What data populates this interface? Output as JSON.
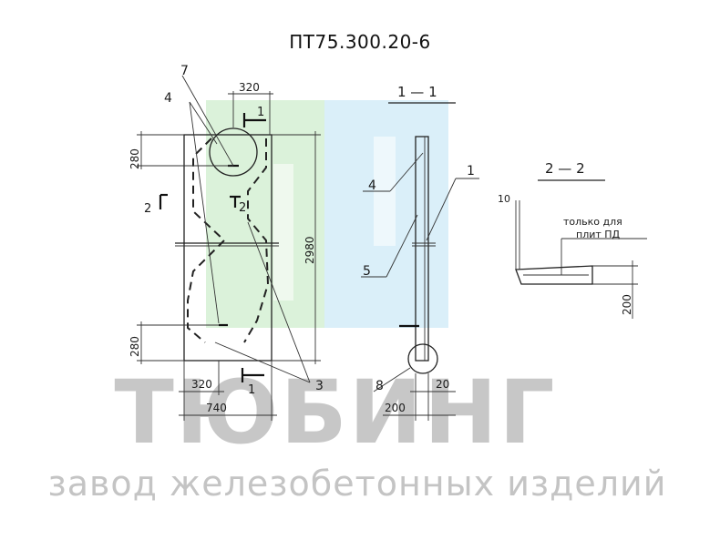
{
  "title": "ПТ75.300.20-6",
  "watermark": {
    "brand": "ТЮБИНГ",
    "tagline": "завод железобетонных изделий",
    "logo_colors": {
      "green": "#cfeecd",
      "blue": "#cdeaf7",
      "gray": "#bdbdbd"
    }
  },
  "plan": {
    "dim_top": "320",
    "dim_bottom_inner": "320",
    "dim_bottom_total": "740",
    "dim_top_offset": "280",
    "dim_bottom_offset": "280",
    "dim_height": "2980",
    "callouts": [
      "7",
      "4",
      "3"
    ],
    "section_mark_1": "1",
    "section_mark_2": "2",
    "section_mark_2_left": "2"
  },
  "section_1": {
    "label": "1 — 1",
    "callouts": [
      "4",
      "1",
      "5",
      "8"
    ],
    "dim_left": "200",
    "dim_right": "20"
  },
  "section_2": {
    "label": "2 — 2",
    "dim_top": "10",
    "note_line1": "только для",
    "note_line2": "плит ПД",
    "dim_height": "200"
  }
}
